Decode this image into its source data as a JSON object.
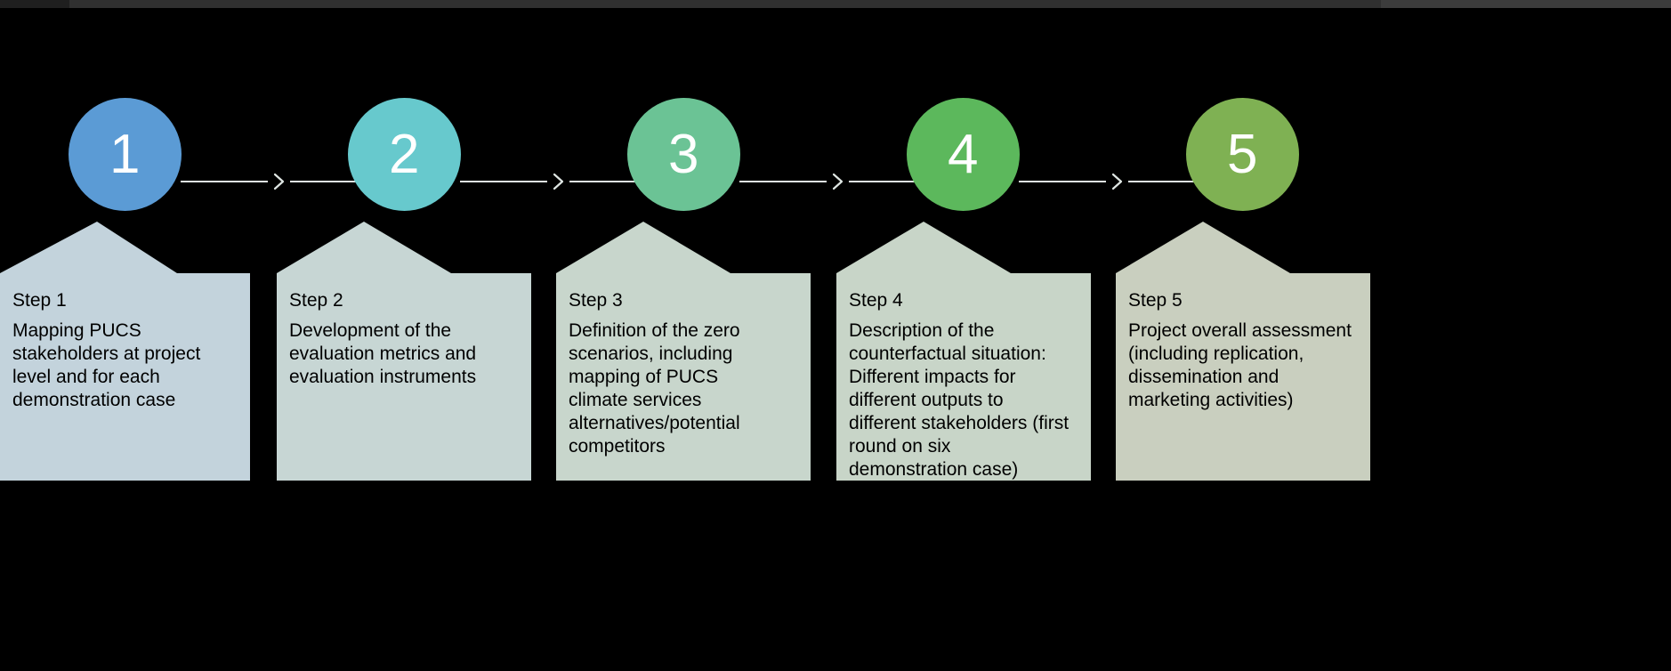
{
  "chrome": {
    "strip_color": "#303030"
  },
  "diagram": {
    "background": "#000000",
    "connector_color": "#dfe6e3",
    "chevron_icon": "chevron-right-icon",
    "steps": [
      {
        "number": "1",
        "circle_color": "#5b9bd5",
        "panel_color": "#c3d3dc",
        "title": "Step 1",
        "text": "Mapping PUCS stakeholders at project level and for each demonstration case"
      },
      {
        "number": "2",
        "circle_color": "#67c9cd",
        "panel_color": "#c7d6d4",
        "title": "Step 2",
        "text": "Development of the evaluation metrics and evaluation instruments"
      },
      {
        "number": "3",
        "circle_color": "#6bc395",
        "panel_color": "#c8d6cc",
        "title": "Step 3",
        "text": "Definition of the zero scenarios, including mapping of PUCS climate services alternatives/potential competitors"
      },
      {
        "number": "4",
        "circle_color": "#5cb85c",
        "panel_color": "#c8d5c8",
        "title": "Step 4",
        "text": "Description of the counterfactual situation: Different impacts for different outputs to different stakeholders (first round on six demonstration case)"
      },
      {
        "number": "5",
        "circle_color": "#7fb153",
        "panel_color": "#c9cfbf",
        "title": "Step 5",
        "text": "Project overall assessment (including replication, dissemination and marketing activities)"
      }
    ]
  }
}
